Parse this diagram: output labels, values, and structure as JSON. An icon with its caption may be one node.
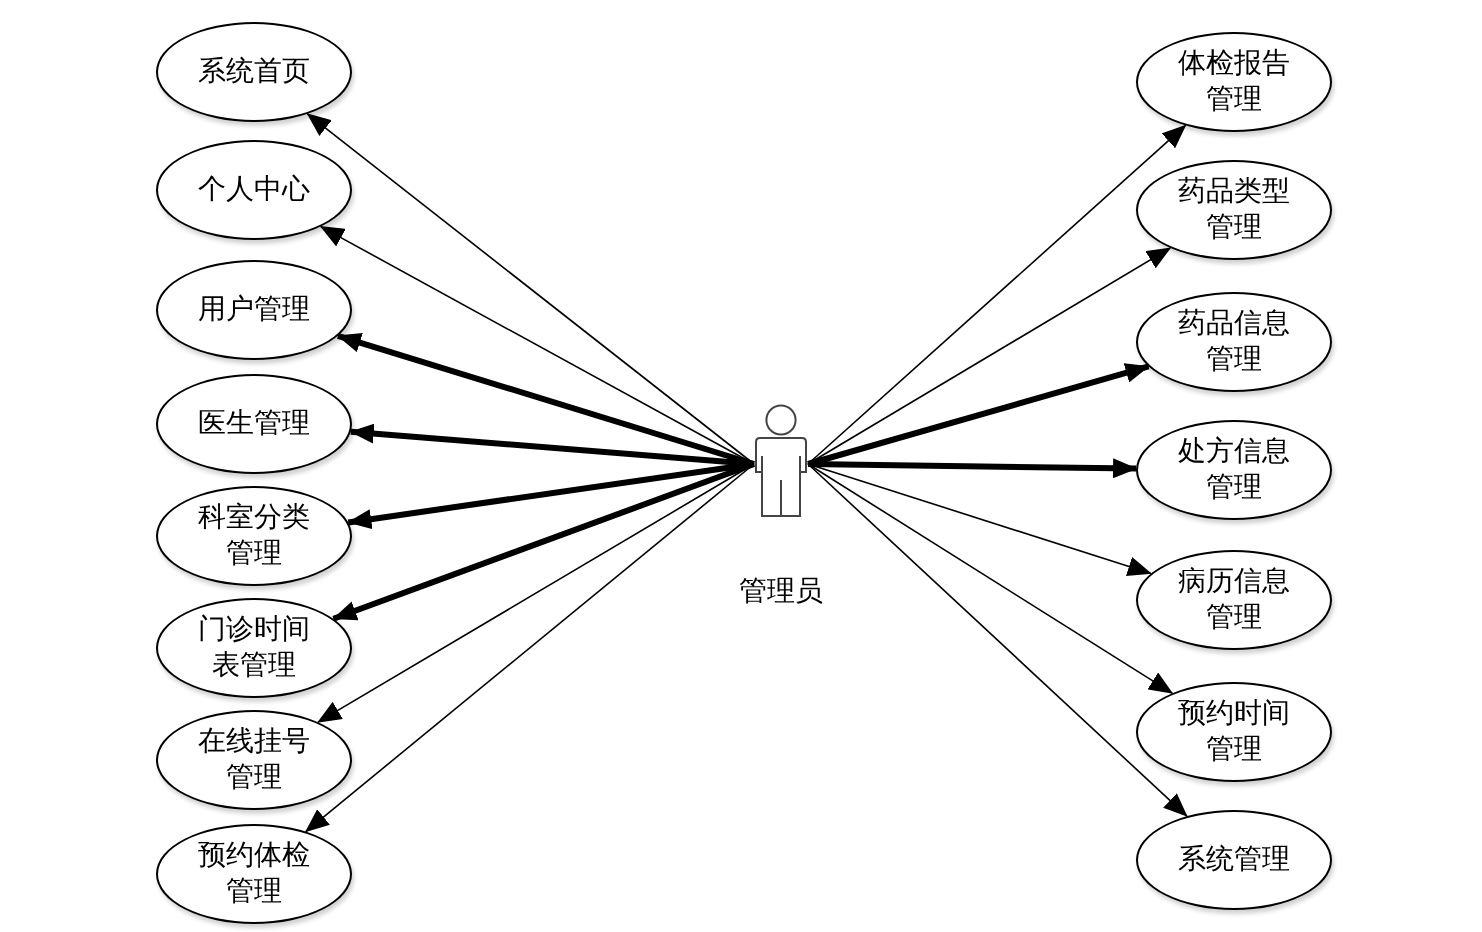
{
  "diagram": {
    "nodes": [
      {
        "text": [
          "系统首页"
        ]
      },
      {
        "text": [
          "个人中心"
        ]
      },
      {
        "text": [
          "用户管理"
        ]
      },
      {
        "text": [
          "医生管理"
        ]
      },
      {
        "text": [
          "科室分类管理"
        ]
      },
      {
        "text": [
          "门诊时间表管理"
        ]
      },
      {
        "text": [
          "在线挂号管理"
        ]
      },
      {
        "text": [
          "预约体检管理"
        ]
      },
      {
        "text": [],
        "shape": "person",
        "beside": [
          "管理员"
        ]
      },
      {
        "text": [
          "体检报告管理"
        ]
      },
      {
        "text": [
          "药品类型管理"
        ]
      },
      {
        "text": [
          "药品信息管理"
        ]
      },
      {
        "text": [
          "处方信息管理"
        ]
      },
      {
        "text": [
          "病历信息管理"
        ]
      },
      {
        "text": [
          "预约时间管理"
        ]
      },
      {
        "text": [
          "系统管理"
        ]
      }
    ],
    "edges": [
      {
        "from": 8,
        "to": 0,
        "arrow": "to"
      },
      {
        "from": 8,
        "to": 1,
        "arrow": "to"
      },
      {
        "from": 8,
        "to": 2,
        "arrow": "to",
        "style": "thick"
      },
      {
        "from": 8,
        "to": 3,
        "arrow": "to",
        "style": "thick"
      },
      {
        "from": 8,
        "to": 4,
        "arrow": "to",
        "style": "thick"
      },
      {
        "from": 8,
        "to": 5,
        "arrow": "to",
        "style": "thick"
      },
      {
        "from": 8,
        "to": 6,
        "arrow": "to"
      },
      {
        "from": 8,
        "to": 7,
        "arrow": "to"
      },
      {
        "from": 8,
        "to": 9,
        "arrow": "to"
      },
      {
        "from": 8,
        "to": 10,
        "arrow": "to"
      },
      {
        "from": 8,
        "to": 11,
        "arrow": "to",
        "style": "thick"
      },
      {
        "from": 8,
        "to": 12,
        "arrow": "to",
        "style": "thick"
      },
      {
        "from": 8,
        "to": 13,
        "arrow": "to"
      },
      {
        "from": 8,
        "to": 14,
        "arrow": "to"
      },
      {
        "from": 8,
        "to": 15,
        "arrow": "to"
      }
    ]
  }
}
